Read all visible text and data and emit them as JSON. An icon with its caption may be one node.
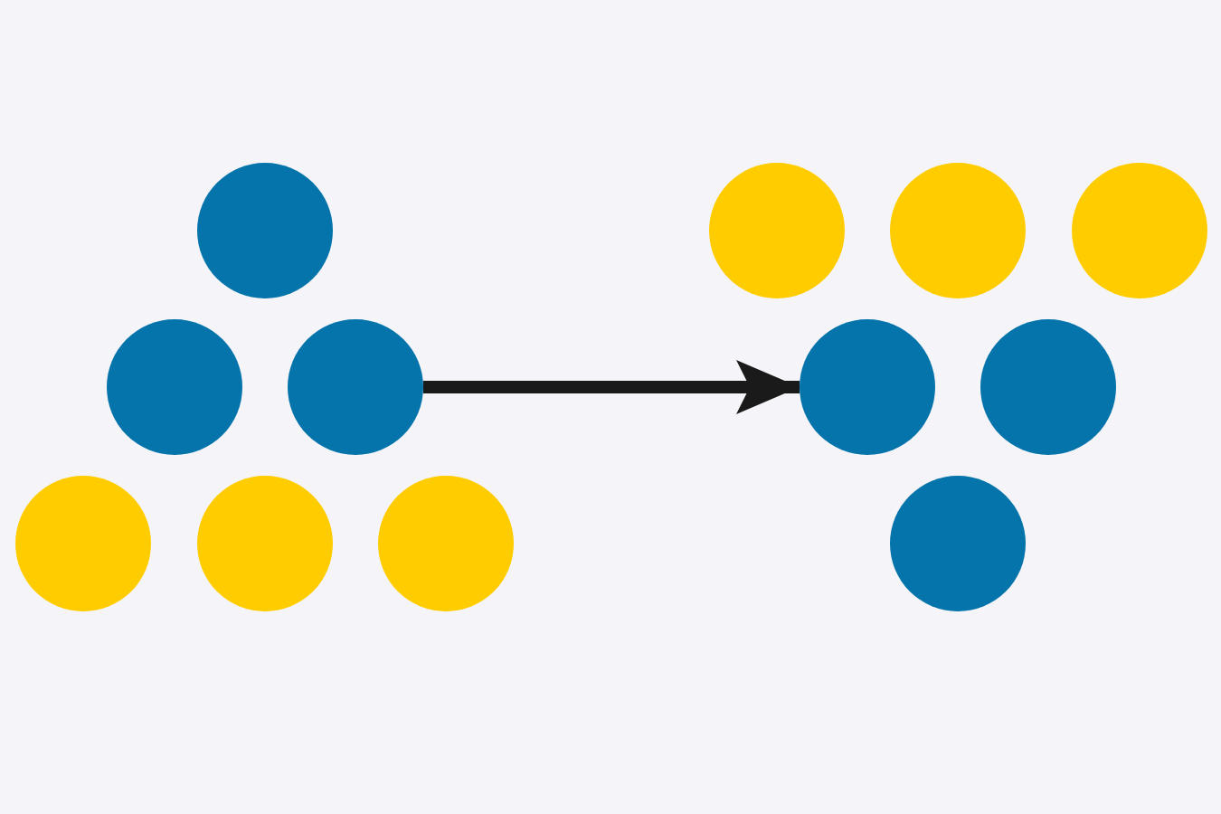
{
  "diagram": {
    "nodes": [
      {
        "text": [],
        "shape": "circle"
      },
      {
        "text": [],
        "shape": "circle"
      },
      {
        "text": [],
        "shape": "circle"
      },
      {
        "text": [],
        "shape": "circle"
      },
      {
        "text": [],
        "shape": "circle"
      },
      {
        "text": [],
        "shape": "circle"
      },
      {
        "text": [],
        "shape": "circle"
      },
      {
        "text": [],
        "shape": "circle"
      },
      {
        "text": [],
        "shape": "circle"
      },
      {
        "text": [],
        "shape": "circle"
      },
      {
        "text": [],
        "shape": "circle"
      },
      {
        "text": [],
        "shape": "circle"
      }
    ],
    "edges": [
      {
        "from": 2,
        "to": 9,
        "arrow": "to"
      }
    ]
  }
}
